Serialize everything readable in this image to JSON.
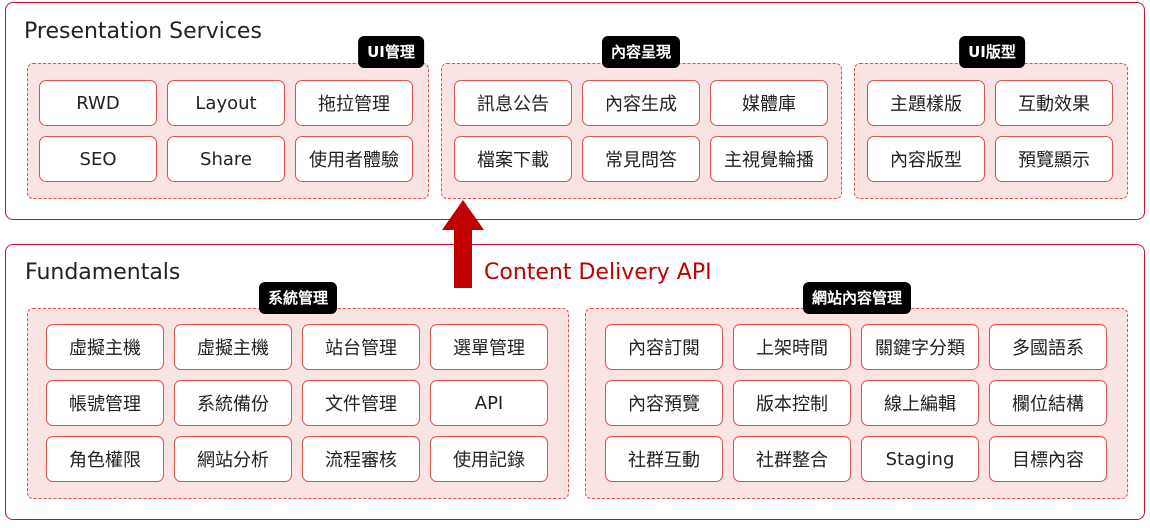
{
  "presentation": {
    "title": "Presentation Services",
    "groups": {
      "ui_manage": {
        "label": "UI管理",
        "items": [
          "RWD",
          "Layout",
          "拖拉管理",
          "SEO",
          "Share",
          "使用者體驗"
        ]
      },
      "content_present": {
        "label": "內容呈現",
        "items": [
          "訊息公告",
          "內容生成",
          "媒體庫",
          "檔案下載",
          "常見問答",
          "主視覺輪播"
        ]
      },
      "ui_layout": {
        "label": "UI版型",
        "items": [
          "主題樣版",
          "互動效果",
          "內容版型",
          "預覽顯示"
        ]
      }
    }
  },
  "api_label": "Content Delivery API",
  "fundamentals": {
    "title": "Fundamentals",
    "groups": {
      "system_manage": {
        "label": "系統管理",
        "items": [
          "虛擬主機",
          "虛擬主機",
          "站台管理",
          "選單管理",
          "帳號管理",
          "系統備份",
          "文件管理",
          "API",
          "角色權限",
          "網站分析",
          "流程審核",
          "使用記錄"
        ]
      },
      "site_content_manage": {
        "label": "網站內容管理",
        "items": [
          "內容訂閱",
          "上架時間",
          "關鍵字分類",
          "多國語系",
          "內容預覽",
          "版本控制",
          "線上編輯",
          "欄位結構",
          "社群互動",
          "社群整合",
          "Staging",
          "目標內容"
        ]
      }
    }
  },
  "colors": {
    "accent": "#c8102e",
    "group_fill": "#fae3e3",
    "label_bg": "#000000"
  }
}
